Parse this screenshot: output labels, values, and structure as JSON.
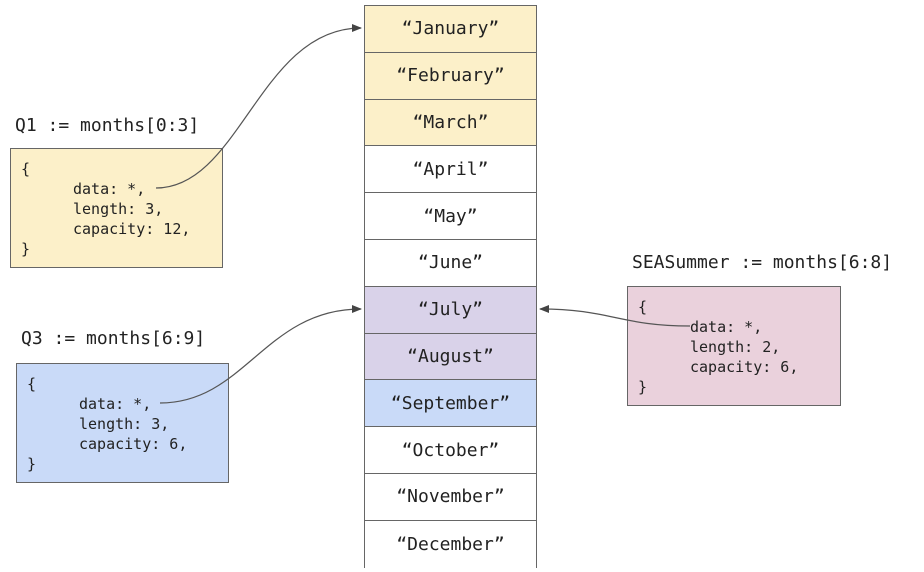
{
  "slices": {
    "q1": {
      "label": "Q1 := months[0:3]",
      "open": "{",
      "data": "data: *,",
      "length": "length: 3,",
      "capacity": "capacity: 12,",
      "close": "}",
      "color": "#fcf0c9"
    },
    "q3": {
      "label": "Q3 := months[6:9]",
      "open": "{",
      "data": "data: *,",
      "length": "length: 3,",
      "capacity": "capacity: 6,",
      "close": "}",
      "color": "#c9daf8"
    },
    "sea_summer": {
      "label": "SEASummer := months[6:8]",
      "open": "{",
      "data": "data: *,",
      "length": "length: 2,",
      "capacity": "capacity: 6,",
      "close": "}",
      "color": "#ead1dc"
    }
  },
  "months": [
    "“January”",
    "“February”",
    "“March”",
    "“April”",
    "“May”",
    "“June”",
    "“July”",
    "“August”",
    "“September”",
    "“October”",
    "“November”",
    "“December”"
  ]
}
